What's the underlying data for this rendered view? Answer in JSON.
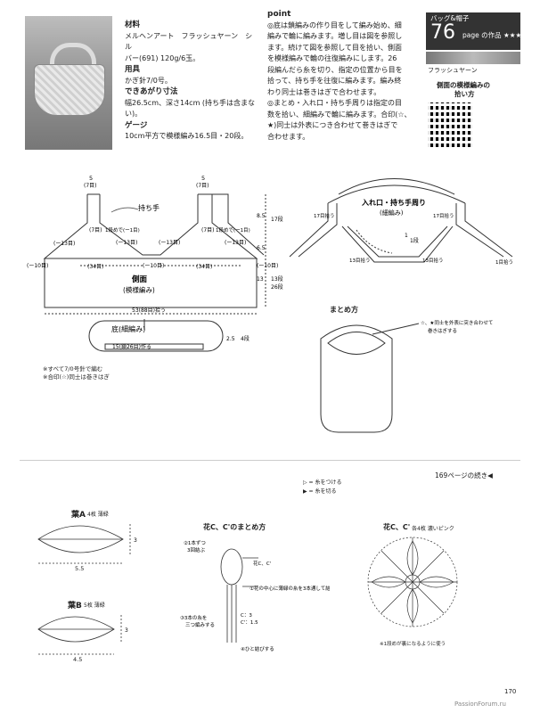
{
  "header": {
    "category": "バッグ&帽子",
    "work_number": "76",
    "page_suffix": "page の作品 ★★★",
    "yarn_label": "フラッシュヤーン",
    "qr_caption_1": "側面の模様編みの",
    "qr_caption_2": "拾い方"
  },
  "materials": {
    "h_material": "材料",
    "material_1": "メルヘンアート　フラッシュヤーン　シル",
    "material_2": "バー(691) 120g/6玉。",
    "h_tools": "用具",
    "tools": "かぎ針7/0号。",
    "h_size": "できあがり寸法",
    "size_1": "幅26.5cm、深さ14cm (持ち手は含まな",
    "size_2": "い)。",
    "h_gauge": "ゲージ",
    "gauge": "10cm平方で模様編み16.5目・20段。"
  },
  "point": {
    "title": "point",
    "lines": [
      "◎底は鎖編みの作り目をして編み始め、細",
      "編みで輪に編みます。増し目は図を参照し",
      "ます。続けて図を参照して目を拾い、側面",
      "を模様編みで輪の往復編みにします。26",
      "段編んだら糸を切り、指定の位置から目を",
      "拾って、持ち手を往復に編みます。編み終",
      "わり同士は巻きはぎで合わせます。",
      "◎まとめ・入れ口・持ち手周りは指定の目",
      "数を拾い、細編みで輪に編みます。合印(☆、",
      "★)同士は外表につき合わせて巻きはぎで",
      "合わせます。"
    ]
  },
  "diagram_left": {
    "handle": "持ち手",
    "side": "側面",
    "side_sub": "(模様編み)",
    "bottom": "底(細編み)",
    "w5": "5",
    "w7": "(7目)",
    "dec_1": "1段めで(ー1目)",
    "dec_13": "(ー13目)",
    "dec_10": "(ー10目)",
    "w34": "(34目)",
    "w53": "53(88目)拾う",
    "h85": "8.5",
    "h17": "17段",
    "h65": "6.5",
    "h13": "13",
    "h13r": "13段",
    "h26": "26段",
    "h25": "2.5",
    "h4": "4段",
    "bottom_base": "15(鎖26目)作る",
    "note_1": "※すべて7/0号針で編む",
    "note_2": "※合印(☆)同士は巻きはぎ"
  },
  "diagram_right": {
    "edge_title": "入れ口・持ち手周り",
    "edge_sub": "(細編み)",
    "p17": "17目拾う",
    "p13": "13目拾う",
    "p1": "1目拾う",
    "one": "1",
    "row1": "1段"
  },
  "finishing": {
    "title": "まとめ方",
    "note_1": "☆、★同士を外表に突き合わせて",
    "note_2": "巻きはぎする"
  },
  "continued": "169ページの続き◀",
  "legend": {
    "attach": "▷ = 糸をつける",
    "cut": "▶ = 糸を切る"
  },
  "leaf_a": {
    "title": "葉A",
    "count": "4枚 薄緑",
    "w": "5.5",
    "h": "3"
  },
  "leaf_b": {
    "title": "葉B",
    "count": "5枚 薄緑",
    "w": "4.5",
    "h": "3"
  },
  "flower_assembly": {
    "title": "花C、C'のまとめ方",
    "n1": "②1本ずつ",
    "n1b": "3回結ぶ",
    "n2": "花C、C'",
    "n3": "①花の中心に薄緑の糸を3本通して結ぶ",
    "n4": "③3本の糸を",
    "n4b": "三つ編みする",
    "n5": "C：3",
    "n6": "C'：1.5",
    "n7": "④ひと結びする"
  },
  "flower_c": {
    "title": "花C、C'",
    "sub": "各4枚 濃いピンク",
    "note": "※1段めが裏になるように使う"
  },
  "footer": {
    "page_no": "170",
    "watermark": "PassionForum.ru"
  }
}
